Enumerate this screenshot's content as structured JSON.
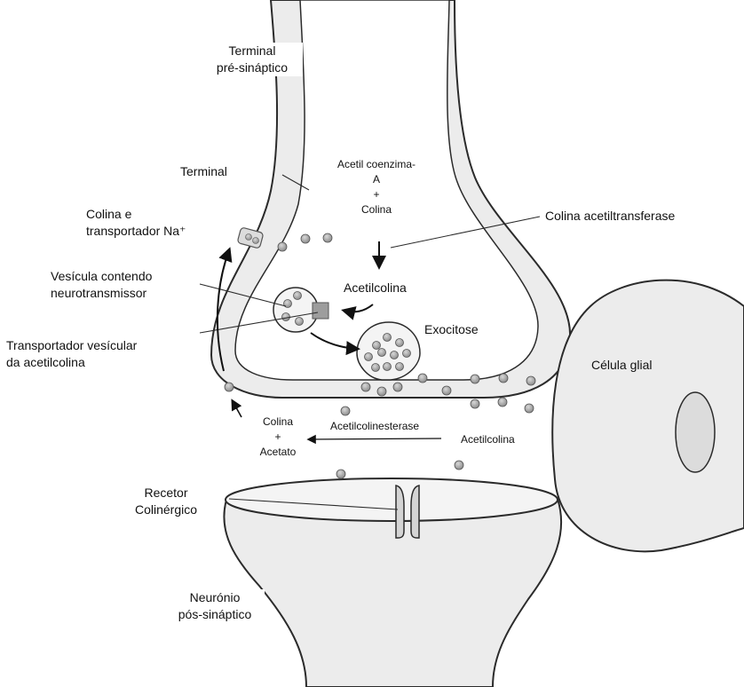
{
  "labels": {
    "presynaptic_terminal": [
      "Terminal",
      "pré-sináptico"
    ],
    "terminal": "Terminal",
    "acetyl_coa": [
      "Acetil coenzima-",
      "A",
      "+",
      "Colina"
    ],
    "choline_transporter": [
      "Colina e",
      "transportador Na⁺"
    ],
    "choline_acetyltransferase": "Colina acetiltransferase",
    "vesicle": [
      "Vesícula contendo",
      "neurotransmissor"
    ],
    "acetylcholine_inside": "Acetilcolina",
    "exocytosis": "Exocitose",
    "vesicular_transporter": [
      "Transportador vesícular",
      "da acetilcolina"
    ],
    "glial_cell": "Célula glial",
    "choline_acetate": [
      "Colina",
      "+",
      "Acetato"
    ],
    "acetylcholinesterase": "Acetilcolinesterase",
    "acetylcholine_cleft": "Acetilcolina",
    "receptor": [
      "Recetor",
      "Colinérgico"
    ],
    "postsynaptic_neuron": [
      "Neurónio",
      "pós-sináptico"
    ]
  },
  "colors": {
    "membrane_fill": "#ececec",
    "outline": "#2b2b2b",
    "molecule": "#9a9a9a"
  }
}
